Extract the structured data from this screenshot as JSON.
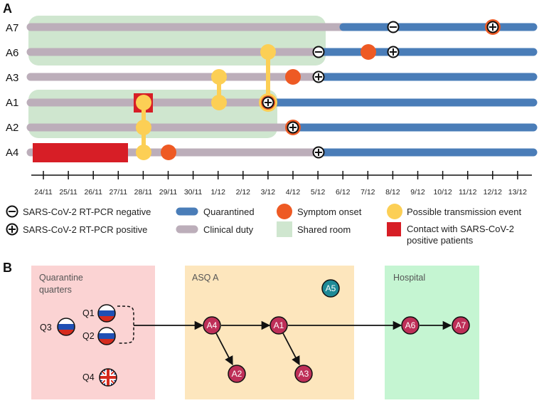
{
  "colors": {
    "quarantined": "#4a7db8",
    "clinical": "#bcaeba",
    "symptom": "#ee5a24",
    "transmission": "#fccf55",
    "shared_room": "#cfe6cf",
    "contact": "#d71e26",
    "node_fill": "#be2f58",
    "node_a5": "#1e8a97",
    "quarantine_box": "#fbd3d3",
    "asq_box": "#fde6bd",
    "hospital_box": "#c5f5d2"
  },
  "panelA": {
    "letter": "A",
    "dates": [
      "24/11",
      "25/11",
      "26/11",
      "27/11",
      "28/11",
      "29/11",
      "30/11",
      "1/12",
      "2/12",
      "3/12",
      "4/12",
      "5/12",
      "6/12",
      "7/12",
      "8/12",
      "9/12",
      "10/12",
      "11/12",
      "12/12",
      "13/12"
    ],
    "rows": [
      {
        "label": "A7"
      },
      {
        "label": "A6"
      },
      {
        "label": "A3"
      },
      {
        "label": "A1"
      },
      {
        "label": "A2"
      },
      {
        "label": "A4"
      }
    ]
  },
  "legend": {
    "pcr_negative": "SARS-CoV-2 RT-PCR negative",
    "pcr_positive": "SARS-CoV-2 RT-PCR positive",
    "quarantined": "Quarantined",
    "clinical_duty": "Clinical duty",
    "symptom_onset": "Symptom onset",
    "shared_room": "Shared room",
    "transmission": "Possible transmission event",
    "contact_line1": "Contact with SARS-CoV-2",
    "contact_line2": "positive patients"
  },
  "panelB": {
    "letter": "B",
    "quarantine_title_line1": "Quarantine",
    "quarantine_title_line2": "quarters",
    "asq_title": "ASQ A",
    "hospital_title": "Hospital",
    "q_labels": {
      "q1": "Q1",
      "q2": "Q2",
      "q3": "Q3",
      "q4": "Q4"
    },
    "flags": {
      "q1": "russia-flag",
      "q2": "russia-flag",
      "q3": "russia-flag",
      "q4": "uk-flag"
    },
    "nodes": {
      "a4": "A4",
      "a1": "A1",
      "a2": "A2",
      "a3": "A3",
      "a5": "A5",
      "a6": "A6",
      "a7": "A7"
    }
  }
}
